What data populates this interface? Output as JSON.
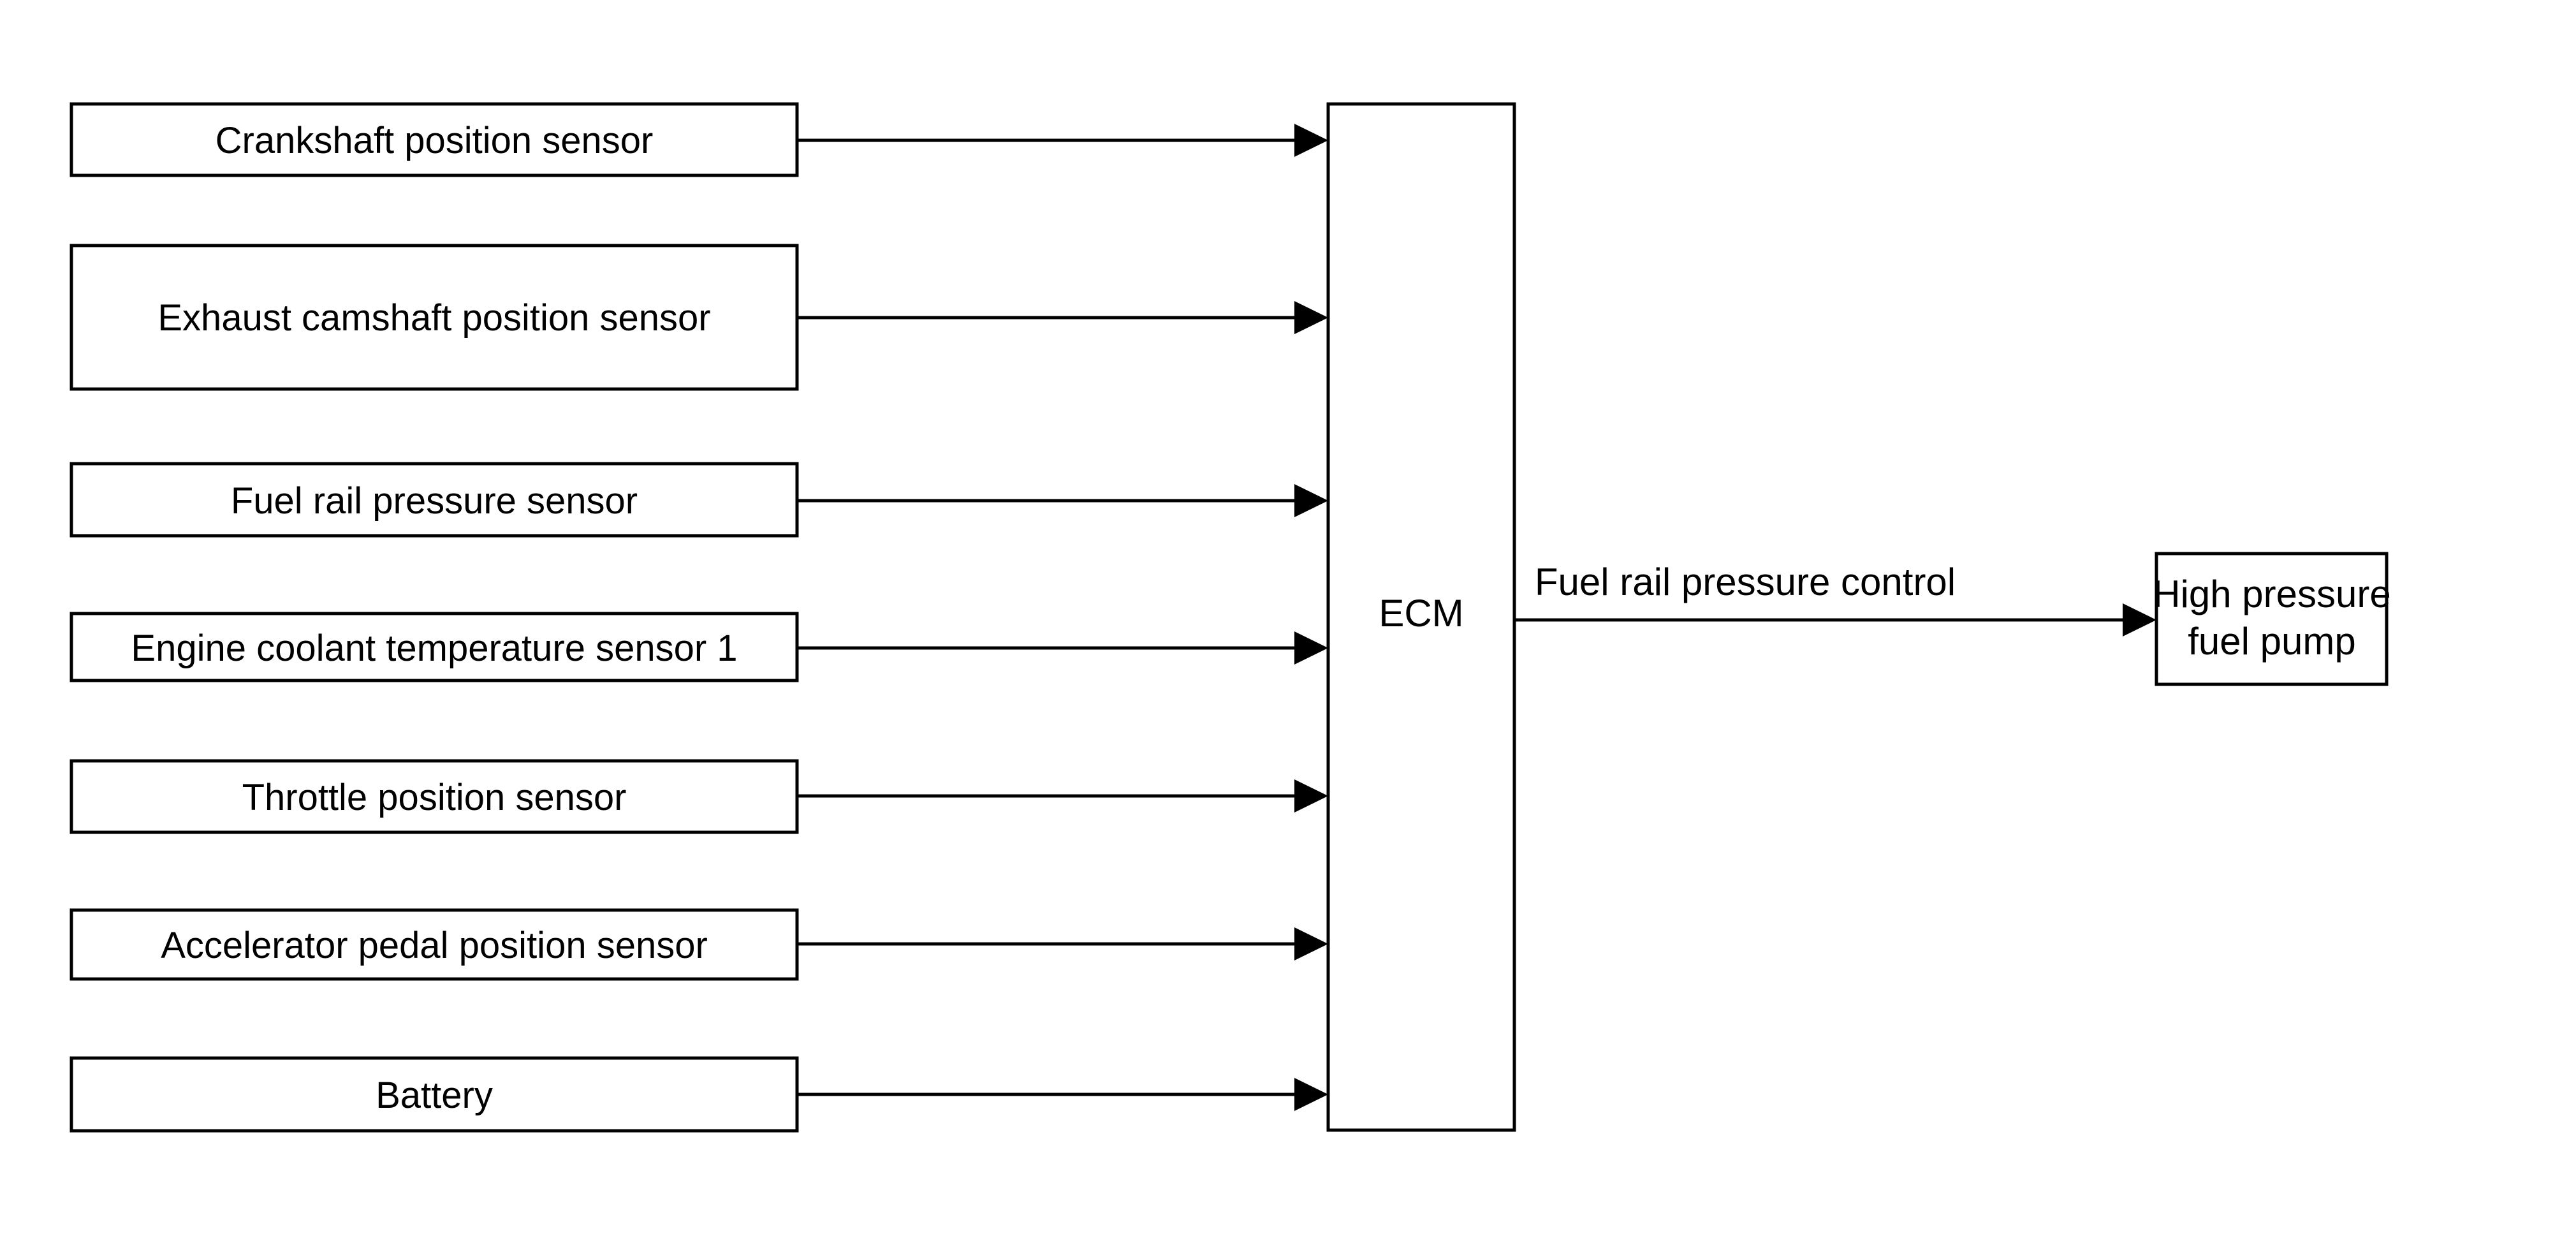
{
  "diagram": {
    "type": "block-diagram",
    "title": "Fuel rail pressure control system block diagram",
    "background_color": "#ffffff",
    "line_color": "#000000",
    "inputs": [
      {
        "id": "crankshaft-position-sensor",
        "label": "Crankshaft position sensor"
      },
      {
        "id": "exhaust-camshaft-position-sensor",
        "label": "Exhaust camshaft position sensor"
      },
      {
        "id": "fuel-rail-pressure-sensor",
        "label": "Fuel rail pressure sensor"
      },
      {
        "id": "engine-coolant-temperature-sensor-1",
        "label": "Engine coolant temperature sensor 1"
      },
      {
        "id": "throttle-position-sensor",
        "label": "Throttle position sensor"
      },
      {
        "id": "accelerator-pedal-position-sensor",
        "label": "Accelerator pedal position sensor"
      },
      {
        "id": "battery",
        "label": "Battery"
      }
    ],
    "controller": {
      "id": "ecm",
      "label": "ECM"
    },
    "output_edge": {
      "id": "fuel-rail-pressure-control",
      "label": "Fuel rail pressure control"
    },
    "actuator": {
      "id": "high-pressure-fuel-pump",
      "label_line_1": "High pressure",
      "label_line_2": "fuel pump"
    }
  }
}
